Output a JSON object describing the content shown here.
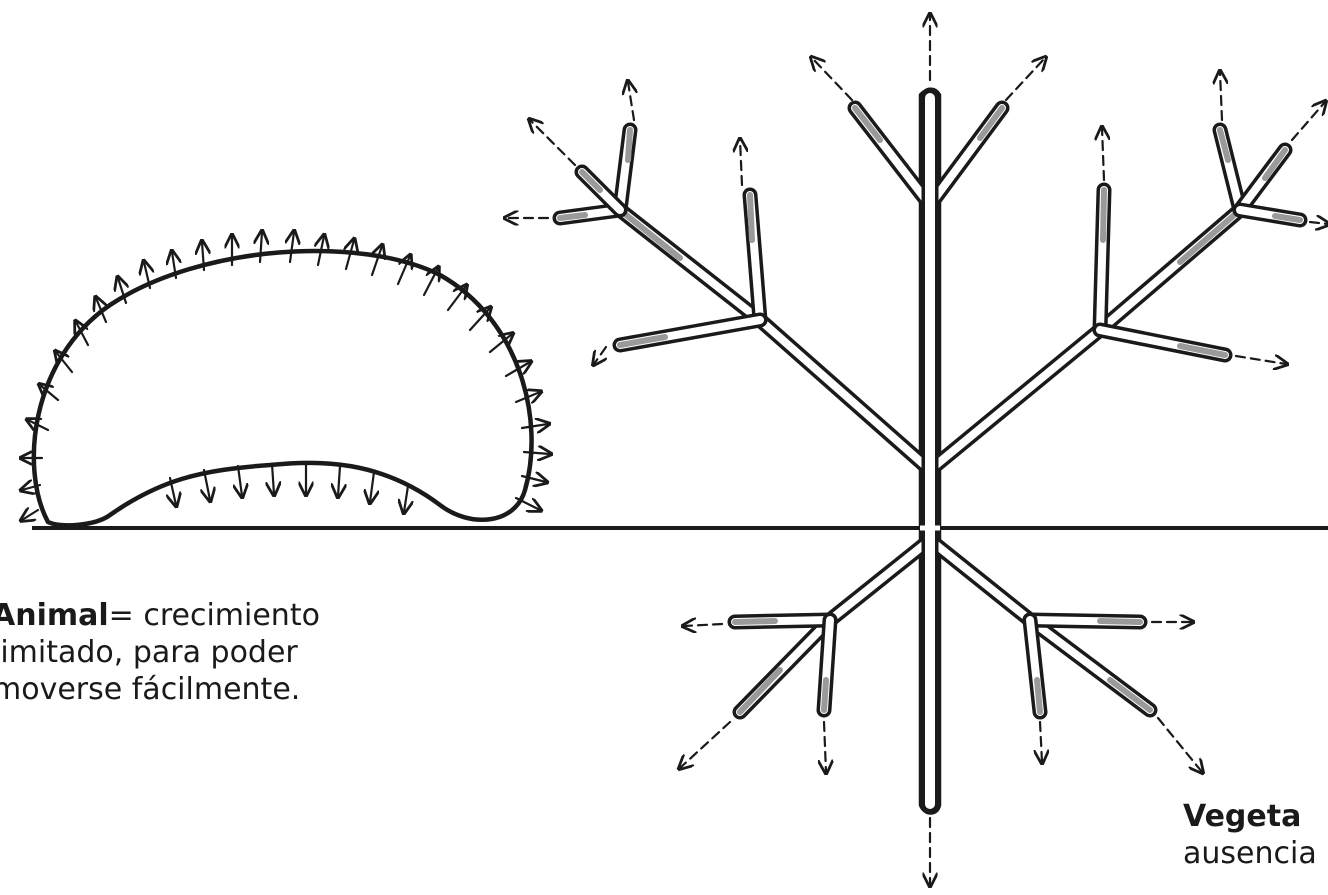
{
  "captions": {
    "animal": {
      "title": "Animal",
      "line1": "= crecimiento",
      "line2": "limitado, para poder",
      "line3": "moverse fácilmente."
    },
    "vegetal": {
      "title": "Vegeta",
      "line1": "ausencia"
    }
  },
  "colors": {
    "ink": "#1a1a1a",
    "growth_tip": "#9a9a9a",
    "background": "#ffffff"
  },
  "icons": {
    "growth_arrow": "arrow-icon"
  }
}
